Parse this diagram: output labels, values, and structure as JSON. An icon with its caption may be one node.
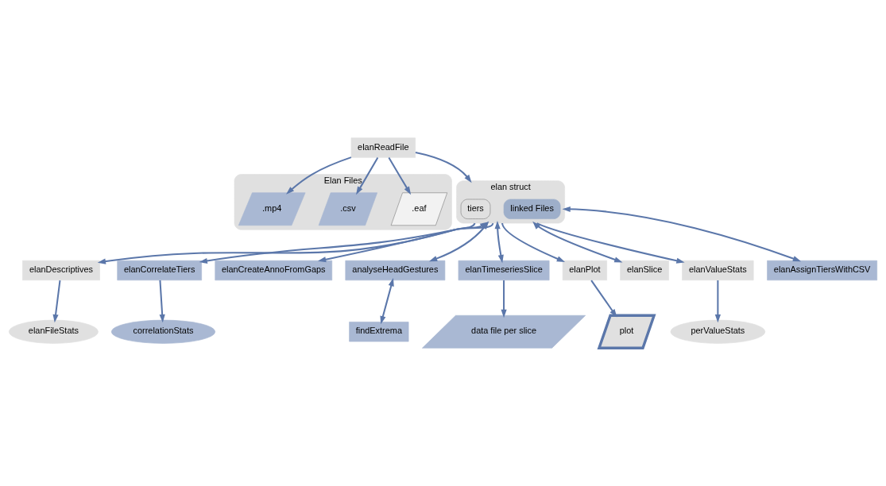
{
  "diagram": {
    "nodes": [
      {
        "text": [
          "Elan Files"
        ]
      },
      {
        "text": [
          ".eaf"
        ],
        "in": 0
      },
      {
        "text": [
          ".csv"
        ],
        "in": 0
      },
      {
        "text": [
          ".mp4"
        ],
        "in": 0
      },
      {
        "text": [
          "elanReadFile"
        ]
      },
      {
        "text": [
          "elanTimeseriesSlice"
        ]
      },
      {
        "text": [
          "data file per slice"
        ]
      },
      {
        "text": [
          "elan struct"
        ]
      },
      {
        "text": [
          "tiers"
        ],
        "in": 7
      },
      {
        "text": [
          "linked Files"
        ],
        "in": 7
      },
      {
        "text": [
          "plot"
        ]
      },
      {
        "text": [
          "elanPlot"
        ]
      },
      {
        "text": [
          "elanSlice"
        ]
      },
      {
        "text": [
          "perValueStats"
        ]
      },
      {
        "text": [
          "elanValueStats"
        ]
      },
      {
        "text": [
          "elanFileStats"
        ]
      },
      {
        "text": [
          "elanDescriptives"
        ]
      },
      {
        "text": [
          "elanAssignTiersWithCSV"
        ]
      },
      {
        "text": [
          "correlationStats"
        ]
      },
      {
        "text": [
          "elanCorrelateTiers"
        ]
      },
      {
        "text": [
          "elanCreateAnnoFromGaps"
        ]
      },
      {
        "text": [
          "analyseHeadGestures"
        ]
      },
      {
        "text": [
          "findExtrema"
        ]
      }
    ],
    "edges": [
      {
        "from": 4,
        "to": 1,
        "arrow": "to"
      },
      {
        "from": 4,
        "to": 2,
        "arrow": "to"
      },
      {
        "from": 4,
        "to": 3,
        "arrow": "to"
      },
      {
        "from": 4,
        "to": 7,
        "arrow": "to"
      },
      {
        "from": 7,
        "to": 5,
        "arrow": "both"
      },
      {
        "from": 5,
        "to": 6,
        "arrow": "to"
      },
      {
        "from": 7,
        "to": 11,
        "arrow": "to"
      },
      {
        "from": 11,
        "to": 10,
        "arrow": "to"
      },
      {
        "from": 7,
        "to": 12,
        "arrow": "both"
      },
      {
        "from": 7,
        "to": 14,
        "arrow": "to"
      },
      {
        "from": 14,
        "to": 13,
        "arrow": "to"
      },
      {
        "from": 7,
        "to": 17,
        "arrow": "both"
      },
      {
        "from": 7,
        "to": 16,
        "arrow": "to"
      },
      {
        "from": 16,
        "to": 15,
        "arrow": "to"
      },
      {
        "from": 7,
        "to": 19,
        "arrow": "to"
      },
      {
        "from": 19,
        "to": 18,
        "arrow": "to"
      },
      {
        "from": 7,
        "to": 20,
        "arrow": "both"
      },
      {
        "from": 7,
        "to": 21,
        "arrow": "both"
      },
      {
        "from": 21,
        "to": 22,
        "arrow": "both"
      }
    ]
  }
}
